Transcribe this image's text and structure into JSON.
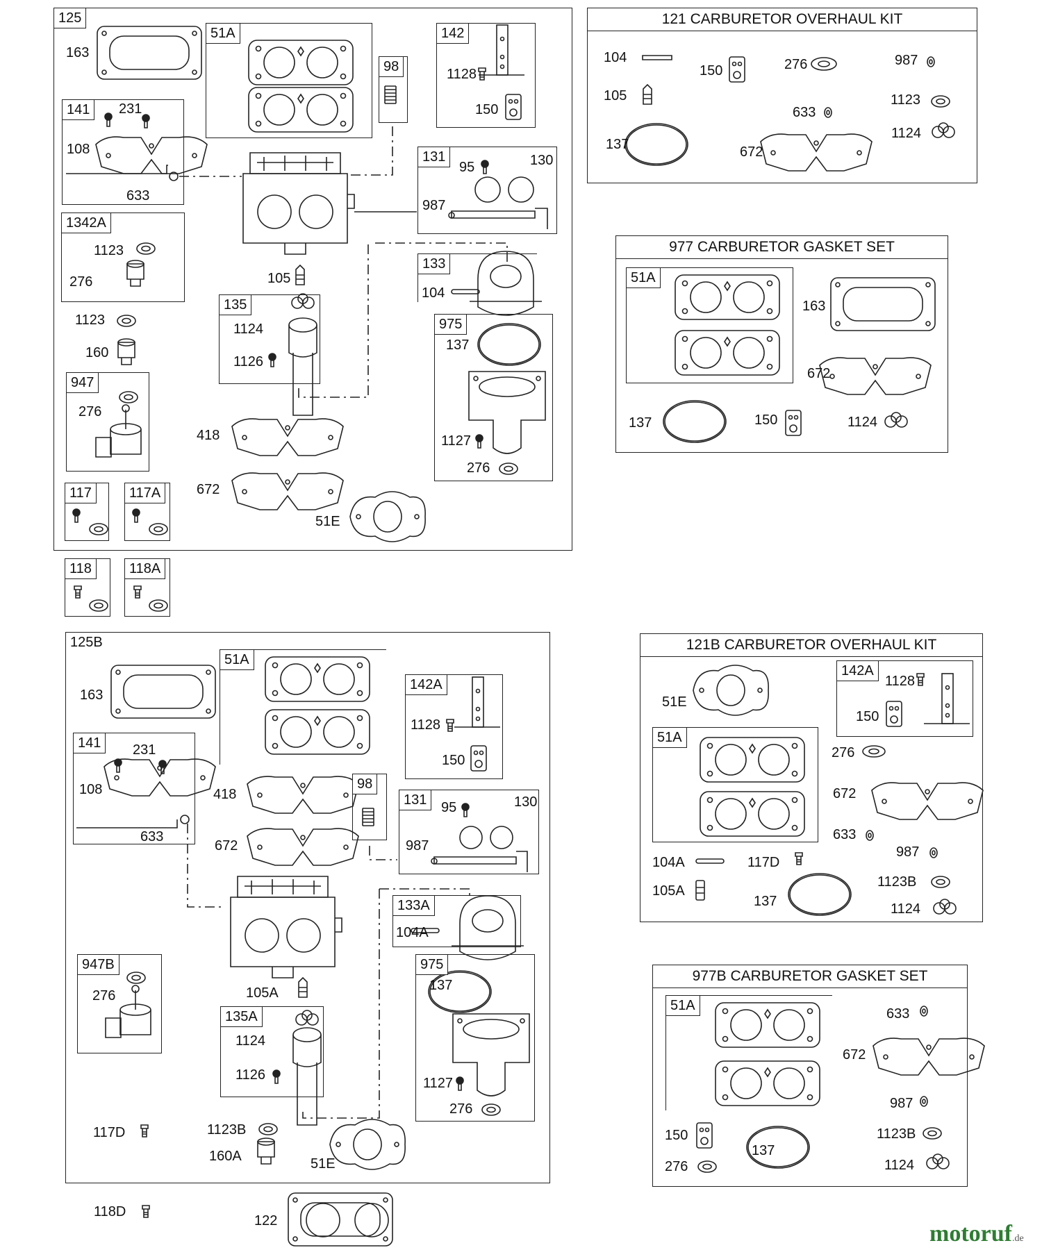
{
  "brand": {
    "name": "motoruf",
    "suffix": ".de"
  },
  "kits": {
    "k121": "121 CARBURETOR OVERHAUL KIT",
    "k977": "977 CARBURETOR GASKET SET",
    "k121b": "121B CARBURETOR OVERHAUL KIT",
    "k977b": "977B CARBURETOR GASKET SET"
  },
  "boxes": {
    "b125": "125",
    "b51a_1": "51A",
    "b98_1": "98",
    "b142": "142",
    "b141_1": "141",
    "b131_1": "131",
    "b1342a": "1342A",
    "b133": "133",
    "b135": "135",
    "b975_1": "975",
    "b947": "947",
    "b117": "117",
    "b117a": "117A",
    "b118": "118",
    "b118a": "118A",
    "b51a_k977": "51A",
    "b125b": "125B",
    "b51a_2": "51A",
    "b142a": "142A",
    "b141_2": "141",
    "b98_2": "98",
    "b131_2": "131",
    "b133a": "133A",
    "b975_2": "975",
    "b947b": "947B",
    "b135a": "135A",
    "b142a_k": "142A",
    "b51a_k121b": "51A",
    "b51a_k977b": "51A"
  },
  "labels": {
    "l163_1": "163",
    "l1128_1": "1128",
    "l150_1": "150",
    "l231_1": "231",
    "l108_1": "108",
    "l633_1": "633",
    "l95_1": "95",
    "l130_1": "130",
    "l987_1": "987",
    "l1123_1": "1123",
    "l276_1": "276",
    "l105_1": "105",
    "l1124_1": "1124",
    "l1126_1": "1126",
    "l104_1": "104",
    "l137_1": "137",
    "l1123_2": "1123",
    "l160": "160",
    "l276_2": "276",
    "l418_1": "418",
    "l1127_1": "1127",
    "l276_3": "276",
    "l672_1": "672",
    "l51e_1": "51E",
    "k1_104": "104",
    "k1_150": "150",
    "k1_276": "276",
    "k1_987": "987",
    "k1_105": "105",
    "k1_633": "633",
    "k1_1123": "1123",
    "k1_1124": "1124",
    "k1_137": "137",
    "k1_672": "672",
    "k2_163": "163",
    "k2_672": "672",
    "k2_137": "137",
    "k2_150": "150",
    "k2_1124": "1124",
    "l163_2": "163",
    "l1128_2": "1128",
    "l150_2": "150",
    "l231_2": "231",
    "l108_2": "108",
    "l418_2": "418",
    "l633_2": "633",
    "l672_2": "672",
    "l95_2": "95",
    "l130_2": "130",
    "l987_2": "987",
    "l104a_1": "104A",
    "l137_2": "137",
    "l276_4": "276",
    "l105a_1": "105A",
    "l1124_2": "1124",
    "l1126_2": "1126",
    "l1127_2": "1127",
    "l276_5": "276",
    "l117d_1": "117D",
    "l1123b_1": "1123B",
    "l160a": "160A",
    "l51e_2": "51E",
    "l118d": "118D",
    "l122": "122",
    "k3_1128": "1128",
    "k3_51e": "51E",
    "k3_150": "150",
    "k3_276": "276",
    "k3_672": "672",
    "k3_633": "633",
    "k3_987": "987",
    "k3_104a": "104A",
    "k3_117d": "117D",
    "k3_1123b": "1123B",
    "k3_105a": "105A",
    "k3_137": "137",
    "k3_1124": "1124",
    "k4_633": "633",
    "k4_672": "672",
    "k4_987": "987",
    "k4_150": "150",
    "k4_1123b": "1123B",
    "k4_137": "137",
    "k4_276": "276",
    "k4_1124": "1124"
  }
}
